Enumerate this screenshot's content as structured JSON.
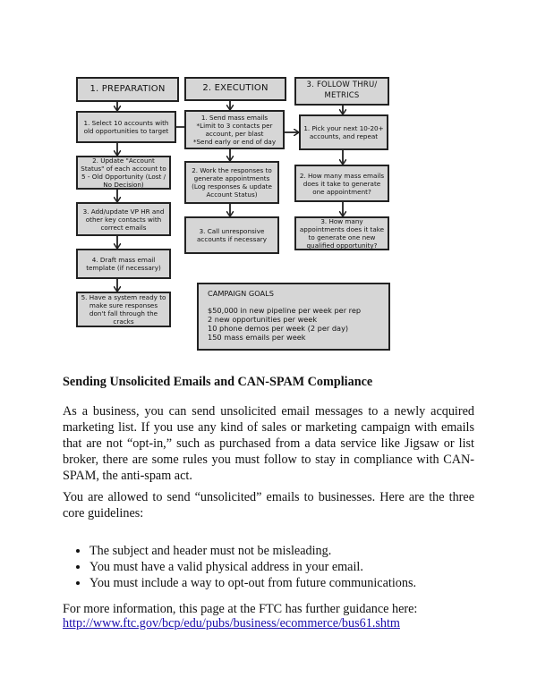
{
  "diagram": {
    "headers": [
      "1. PREPARATION",
      "2. EXECUTION",
      "3. FOLLOW THRU/\nMETRICS"
    ],
    "col1": [
      "1. Select 10 accounts with old opportunities to target",
      "2. Update \"Account Status\" of each account to 5 - Old Opportunity (Lost / No Decision)",
      "3. Add/update VP HR and other key contacts with correct emails",
      "4. Draft mass email template (if necessary)",
      "5. Have a system ready to make sure responses don't fall through the cracks"
    ],
    "col2": [
      "1. Send mass emails\n*Limit to 3 contacts per account, per blast\n*Send early or end of day",
      "2. Work the responses to generate appointments (Log responses & update Account Status)",
      "3. Call unresponsive accounts if necessary"
    ],
    "col3": [
      "1. Pick your next 10-20+ accounts, and repeat",
      "2. How many mass emails does it take to generate one appointment?",
      "3. How many appointments does it take to generate one new qualified opportunity?"
    ],
    "goals_title": "CAMPAIGN GOALS",
    "goals": [
      "$50,000 in new pipeline per week per rep",
      "2 new opportunities per week",
      "10 phone demos per week (2 per day)",
      "150 mass emails per week"
    ]
  },
  "heading": "Sending Unsolicited Emails and CAN-SPAM Compliance",
  "paragraph1": "As a business, you can send unsolicited email messages to a newly acquired marketing list. If you use any kind of sales or marketing campaign with emails that are not “opt-in,” such as purchased from a data service like Jigsaw or list broker, there are some rules you must follow to stay in compliance with CAN-SPAM, the anti-spam act.",
  "paragraph2": "You are allowed to send “unsolicited” emails to businesses. Here are the three core guidelines:",
  "bullets": [
    "The subject and header must not be misleading.",
    "You must have a valid physical address in your email.",
    "You must include a way to opt-out from future communications."
  ],
  "paragraph3": "For more information, this page at the FTC has further guidance here:",
  "link": "http://www.ftc.gov/bcp/edu/pubs/business/ecommerce/bus61.shtm"
}
